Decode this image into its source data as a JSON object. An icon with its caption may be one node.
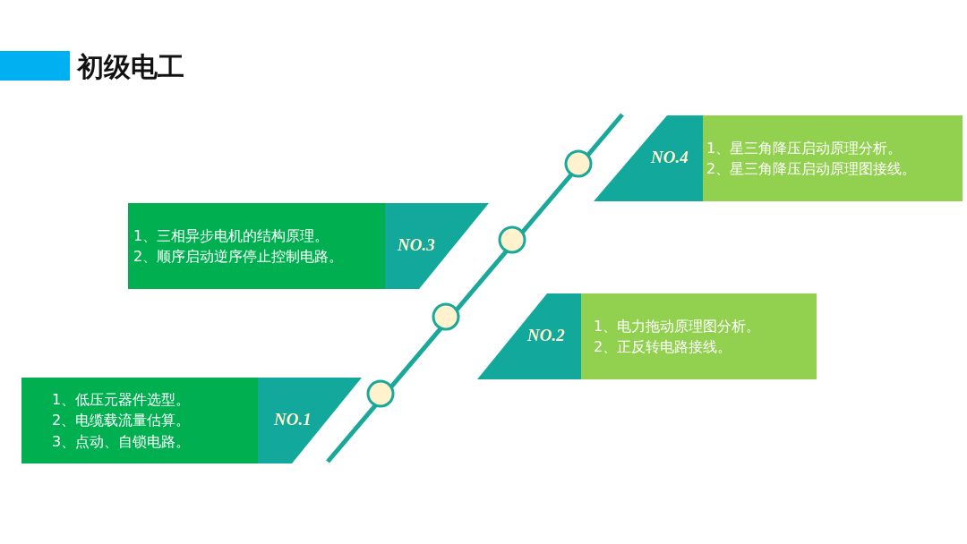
{
  "diagram": {
    "title": "初级电工",
    "nodes": [
      {
        "text": [
          "1、低压元器件选型。",
          "2、电缆载流量估算。",
          "3、点动、自锁电路。"
        ]
      },
      {
        "text": [
          "NO.1"
        ]
      },
      {
        "text": [
          "NO.2"
        ]
      },
      {
        "text": [
          "1、电力拖动原理图分析。",
          "2、正反转电路接线。"
        ]
      },
      {
        "text": [
          "1、三相异步电机的结构原理。",
          "2、顺序启动逆序停止控制电路。"
        ]
      },
      {
        "text": [
          "NO.3"
        ]
      },
      {
        "text": [
          "NO.4"
        ]
      },
      {
        "text": [
          "1、星三角降压启动原理分析。",
          "2、星三角降压启动原理图接线。"
        ]
      },
      {
        "text": [],
        "shape": "bar"
      }
    ]
  }
}
